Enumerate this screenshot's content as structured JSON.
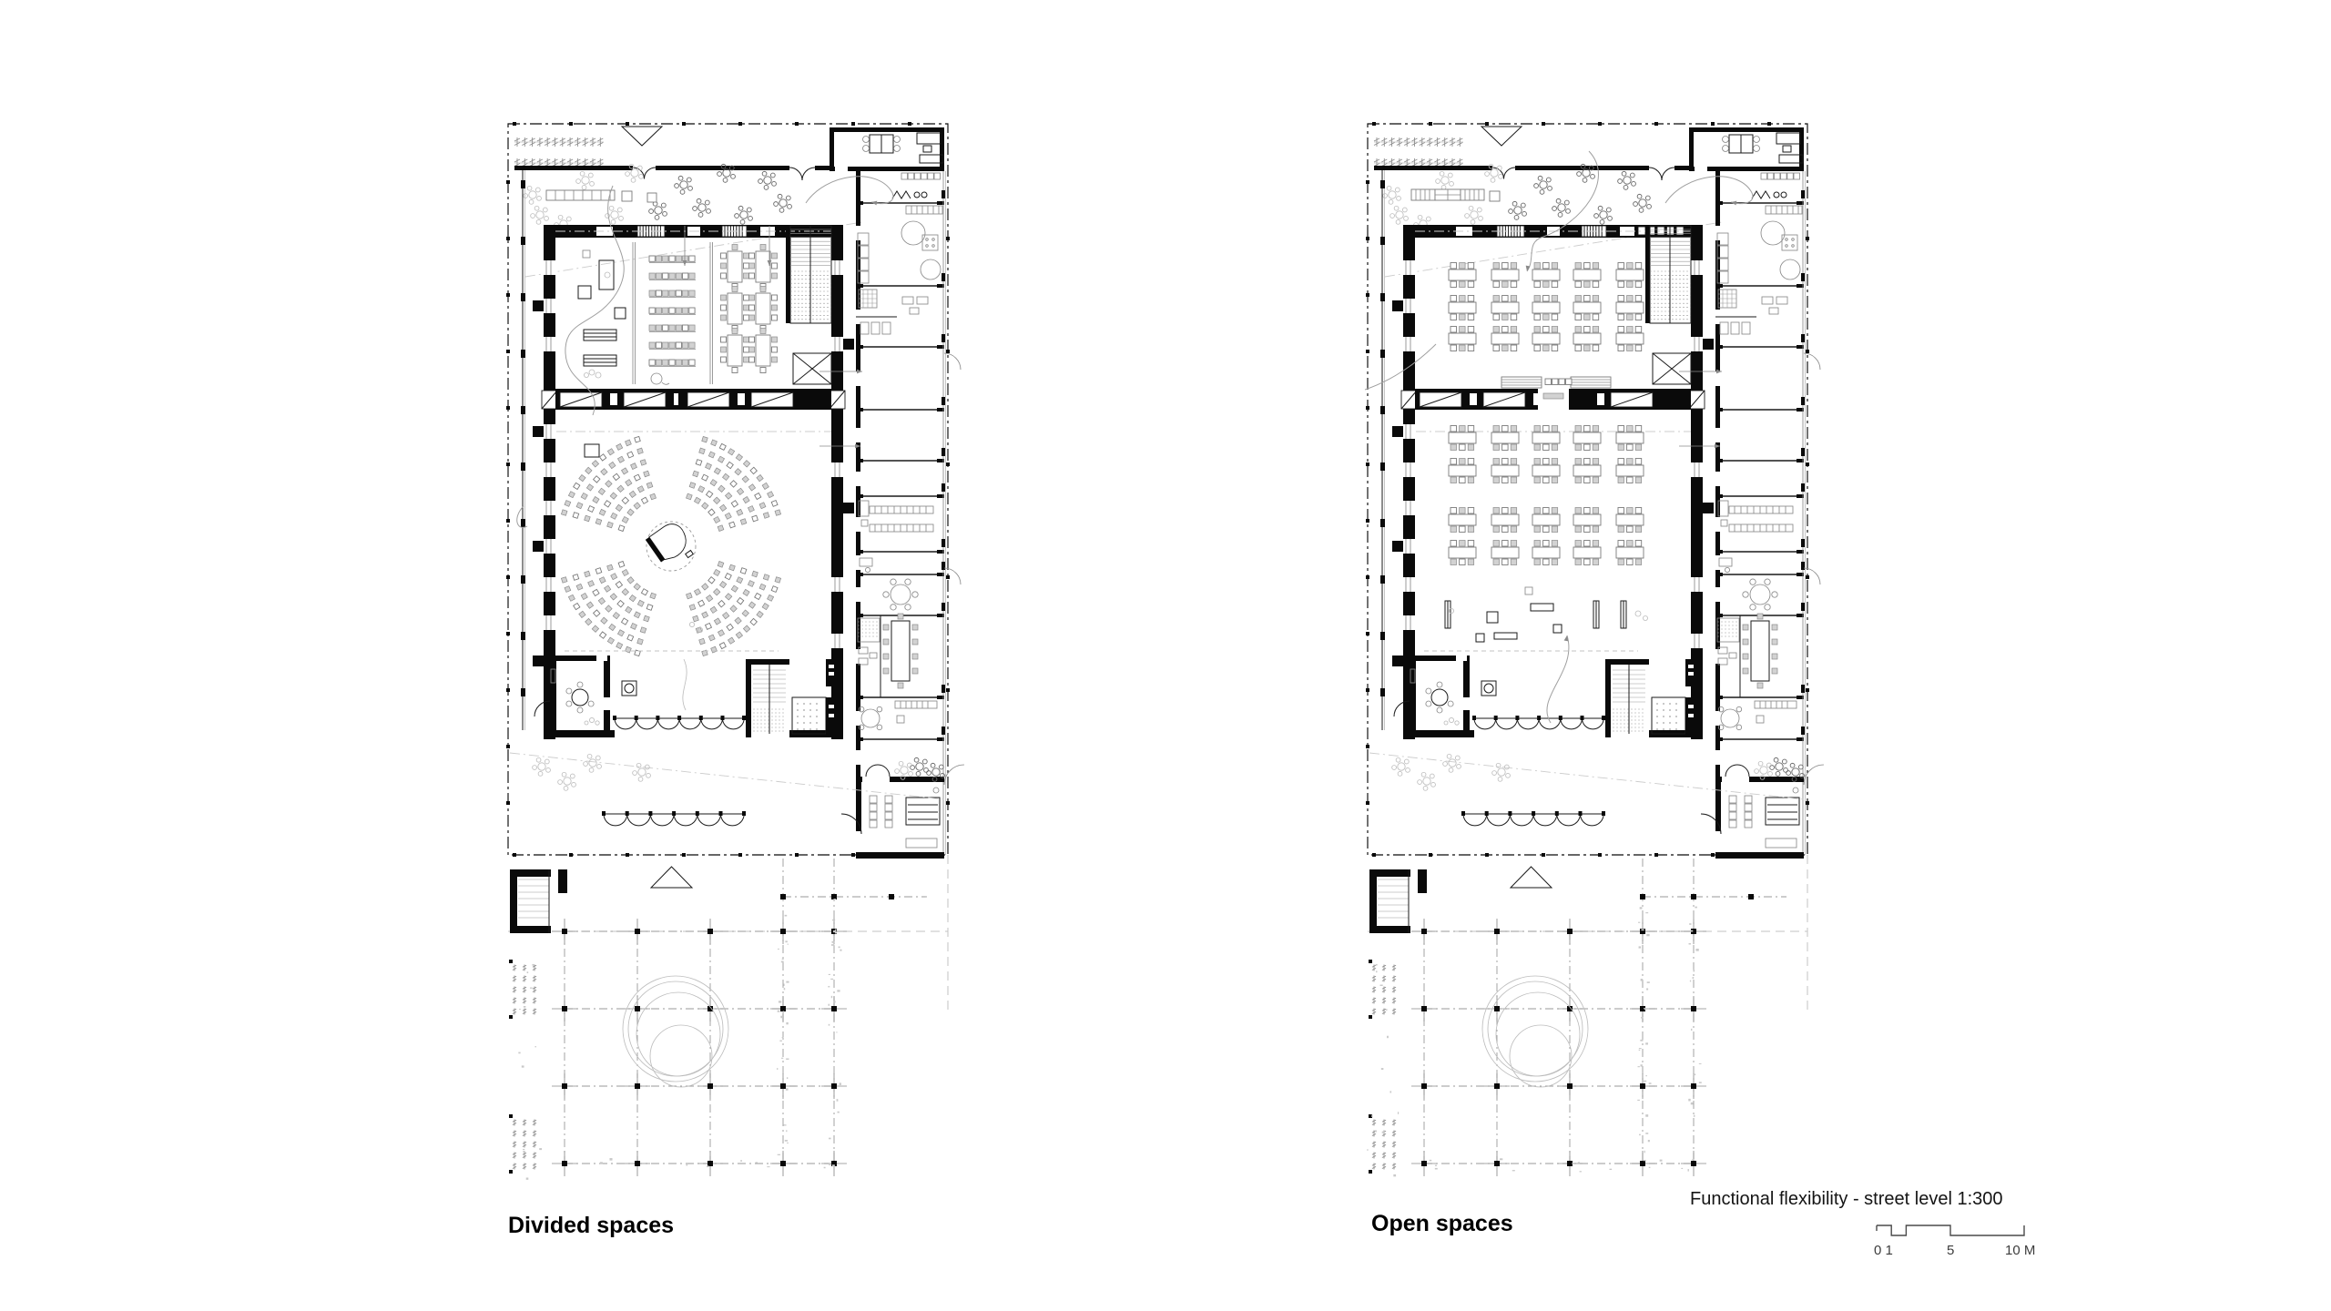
{
  "sheet": {
    "background": "#ffffff",
    "type": "architectural floor plan comparison"
  },
  "plans": [
    {
      "label": "Divided spaces",
      "variant": "divided",
      "name": "floor-plan-divided-spaces"
    },
    {
      "label": "Open spaces",
      "variant": "open",
      "name": "floor-plan-open-spaces"
    }
  ],
  "caption": "Functional flexibility - street level 1:300",
  "scale_bar": {
    "label_left": "0 1",
    "label_mid": "5",
    "label_right": "10 M",
    "total_meters": 10
  },
  "colors": {
    "ink": "#0a0a0a",
    "furniture_gray": "#8a8a8a",
    "light_gray": "#bdbdbd",
    "chair_fill": "#d2d2d2",
    "text": "#141414",
    "scale_bar": "#4a4a4a",
    "background": "#ffffff"
  }
}
